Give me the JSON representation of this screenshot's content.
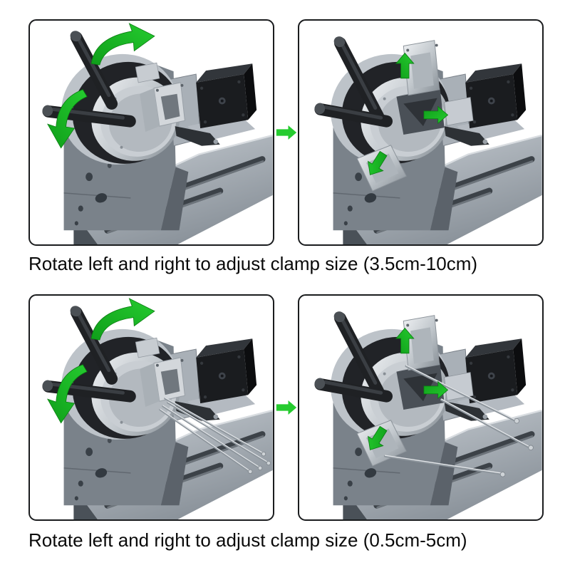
{
  "image": {
    "kind": "product-instruction-graphic",
    "background": "#ffffff"
  },
  "colors": {
    "arrow_green": "#25cb2f",
    "arrow_green_dark": "#0f9e1a",
    "panel_border": "#1a1c1e",
    "caption_text": "#0a0a0a",
    "metal_light": "#c9ced3",
    "metal_mid": "#8a929a",
    "metal_dark": "#4a5158",
    "part_black": "#1a1c1f"
  },
  "sections": [
    {
      "caption": "Rotate left and right to adjust clamp size (3.5cm-10cm)",
      "left_panel": {
        "subject": "rotary-chuck-with-hand-levers",
        "icons": [
          "rotate-clockwise-arrow-icon",
          "rotate-counterclockwise-arrow-icon"
        ]
      },
      "transition_icon": "arrow-right-icon",
      "right_panel": {
        "subject": "rotary-chuck-jaws-expanded",
        "icons": [
          "arrow-up-icon",
          "arrow-right-icon",
          "arrow-down-left-icon"
        ]
      }
    },
    {
      "caption": "Rotate left and right to adjust clamp size (0.5cm-5cm)",
      "left_panel": {
        "subject": "rotary-chuck-with-hand-levers-and-pin-rods",
        "icons": [
          "rotate-clockwise-arrow-icon",
          "rotate-counterclockwise-arrow-icon"
        ]
      },
      "transition_icon": "arrow-right-icon",
      "right_panel": {
        "subject": "rotary-chuck-jaws-expanded-with-pin-rods",
        "icons": [
          "arrow-up-icon",
          "arrow-right-icon",
          "arrow-down-left-icon"
        ]
      }
    }
  ]
}
